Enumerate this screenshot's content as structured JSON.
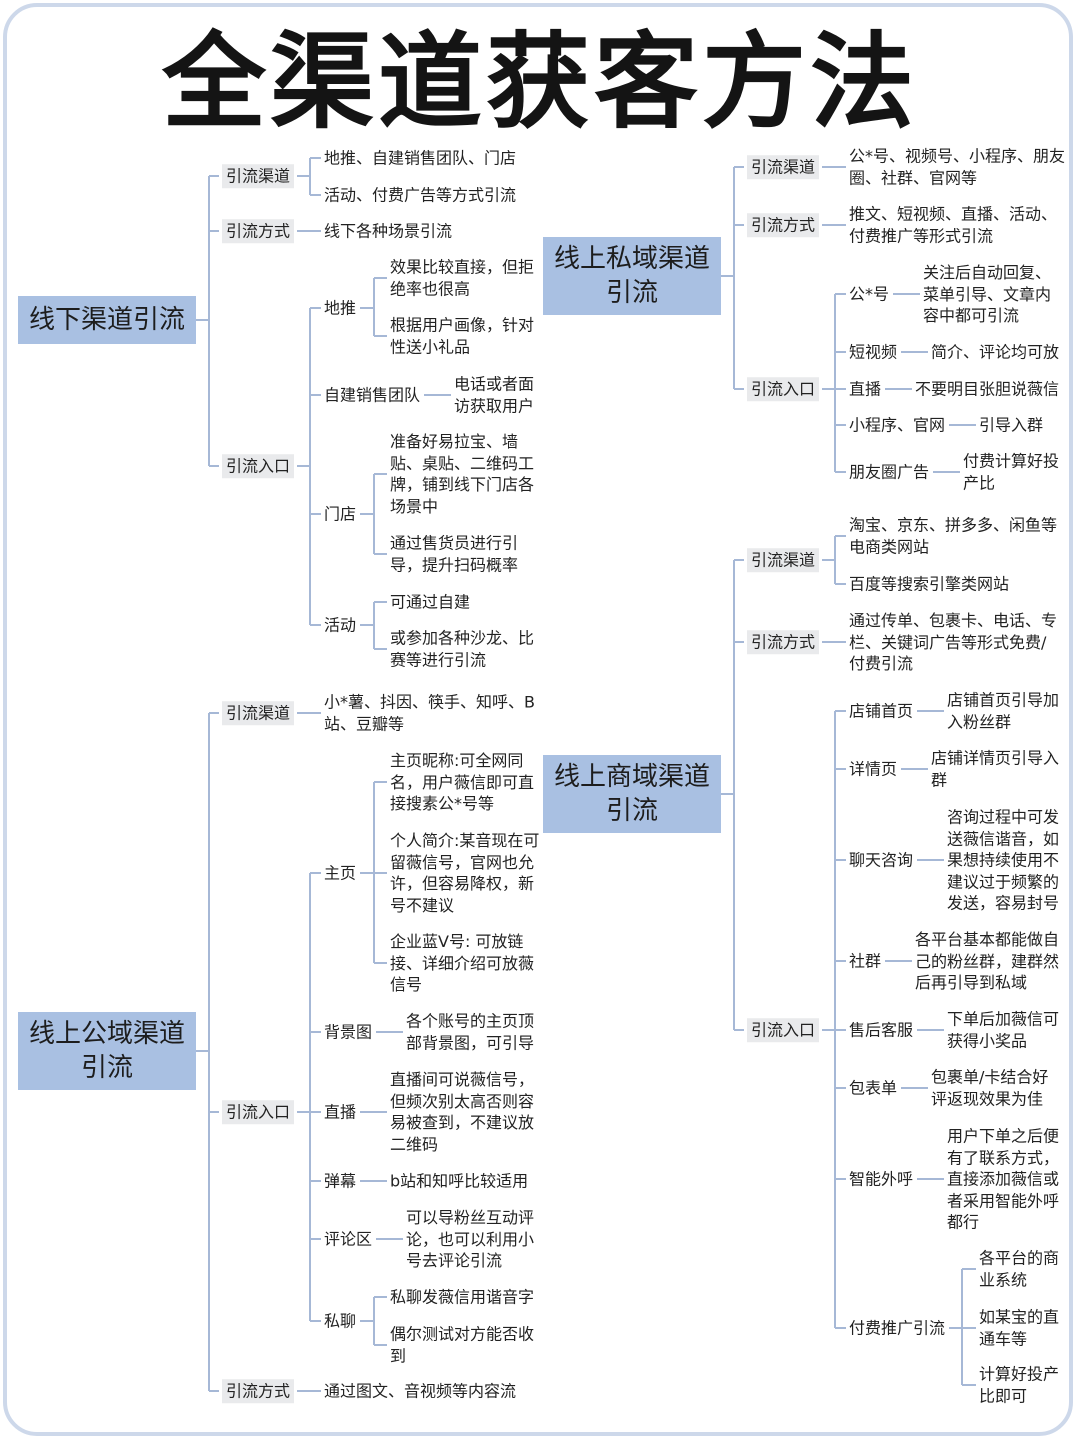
{
  "title": "全渠道获客方法",
  "colors": {
    "root_fill": "#a9c0e2",
    "label_fill": "#e9eaec",
    "line": "#a6b8d6",
    "frame": "#cdd8ea"
  },
  "roots": {
    "offline": [
      "线下渠道引流"
    ],
    "public": [
      "线上公域渠道",
      "引流"
    ],
    "private": [
      "线上私域渠道",
      "引流"
    ],
    "commerce": [
      "线上商域渠道",
      "引流"
    ]
  },
  "offline": {
    "ch": {
      "label": "引流渠道",
      "items": [
        [
          "地推、自建销售团队、门店"
        ],
        [
          "活动、付费广告等方式引流"
        ]
      ]
    },
    "way": {
      "label": "引流方式",
      "text": [
        "线下各种场景引流"
      ]
    },
    "entry": {
      "label": "引流入口",
      "ditui": {
        "label": "地推",
        "items": [
          [
            "效果比较直接，但拒",
            "绝率也很高"
          ],
          [
            "根据用户画像，针对",
            "性送小礼品"
          ]
        ]
      },
      "team": {
        "label": "自建销售团队",
        "text": [
          "电话或者面",
          "访获取用户"
        ]
      },
      "store": {
        "label": "门店",
        "items": [
          [
            "准备好易拉宝、墙",
            "贴、桌贴、二维码工",
            "牌，铺到线下门店各",
            "场景中"
          ],
          [
            "通过售货员进行引",
            "导，提升扫码概率"
          ]
        ]
      },
      "event": {
        "label": "活动",
        "items": [
          [
            "可通过自建"
          ],
          [
            "或参加各种沙龙、比",
            "赛等进行引流"
          ]
        ]
      }
    }
  },
  "public": {
    "ch": {
      "label": "引流渠道",
      "text": [
        "小*薯、抖因、筷手、知呼、B",
        "站、豆瓣等"
      ]
    },
    "entry": {
      "label": "引流入口",
      "home": {
        "label": "主页",
        "items": [
          [
            "主页昵称:可全网同",
            "名，用户薇信即可直",
            "接搜素公*号等"
          ],
          [
            "个人简介:某音现在可",
            "留薇信号，官网也允",
            "许，但容易降权，新",
            "号不建议"
          ],
          [
            "企业蓝V号: 可放链",
            "接、详细介绍可放薇",
            "信号"
          ]
        ]
      },
      "bg": {
        "label": "背景图",
        "text": [
          "各个账号的主页顶",
          "部背景图，可引导"
        ]
      },
      "live": {
        "label": "直播",
        "text": [
          "直播间可说薇信号，",
          "但频次别太高否则容",
          "易被查到，不建议放",
          "二维码"
        ]
      },
      "danmu": {
        "label": "弹幕",
        "text": [
          "b站和知呼比较适用"
        ]
      },
      "comment": {
        "label": "评论区",
        "text": [
          "可以导粉丝互动评",
          "论，也可以利用小",
          "号去评论引流"
        ]
      },
      "dm": {
        "label": "私聊",
        "items": [
          [
            "私聊发薇信用谐音字"
          ],
          [
            "偶尔测试对方能否收",
            "到"
          ]
        ]
      }
    },
    "way": {
      "label": "引流方式",
      "text": [
        "通过图文、音视频等内容流"
      ]
    }
  },
  "private": {
    "ch": {
      "label": "引流渠道",
      "text": [
        "公*号、视频号、小程序、朋友",
        "圈、社群、官网等"
      ]
    },
    "way": {
      "label": "引流方式",
      "text": [
        "推文、短视频、直播、活动、",
        "付费推广等形式引流"
      ]
    },
    "entry": {
      "label": "引流入口",
      "gzh": {
        "label": "公*号",
        "text": [
          "关注后自动回复、",
          "菜单引导、文章内",
          "容中都可引流"
        ]
      },
      "video": {
        "label": "短视频",
        "text": [
          "简介、评论均可放"
        ]
      },
      "live": {
        "label": "直播",
        "text": [
          "不要明目张胆说薇信"
        ]
      },
      "mini": {
        "label": "小程序、官网",
        "text": [
          "引导入群"
        ]
      },
      "moments": {
        "label": "朋友圈广告",
        "text": [
          "付费计算好投",
          "产比"
        ]
      }
    }
  },
  "commerce": {
    "ch": {
      "label": "引流渠道",
      "items": [
        [
          "淘宝、京东、拼多多、闲鱼等",
          "电商类网站"
        ],
        [
          "百度等搜索引擎类网站"
        ]
      ]
    },
    "way": {
      "label": "引流方式",
      "text": [
        "通过传单、包裹卡、电话、专",
        "栏、关键词广告等形式免费/",
        "付费引流"
      ]
    },
    "entry": {
      "label": "引流入口",
      "shop": {
        "label": "店铺首页",
        "text": [
          "店铺首页引导加",
          "入粉丝群"
        ]
      },
      "detail": {
        "label": "详情页",
        "text": [
          "店铺详情页引导入",
          "群"
        ]
      },
      "chat": {
        "label": "聊天咨询",
        "text": [
          "咨询过程中可发",
          "送薇信谐音，如",
          "果想持续使用不",
          "建议过于频繁的",
          "发送，容易封号"
        ]
      },
      "group": {
        "label": "社群",
        "text": [
          "各平台基本都能做自",
          "己的粉丝群，建群然",
          "后再引导到私域"
        ]
      },
      "after": {
        "label": "售后客服",
        "text": [
          "下单后加薇信可",
          "获得小奖品"
        ]
      },
      "card": {
        "label": "包表单",
        "text": [
          "包裹单/卡结合好",
          "评返现效果为佳"
        ]
      },
      "call": {
        "label": "智能外呼",
        "text": [
          "用户下单之后便",
          "有了联系方式，",
          "直接添加薇信或",
          "者采用智能外呼",
          "都行"
        ]
      },
      "paid": {
        "label": "付费推广引流",
        "items": [
          [
            "各平台的商",
            "业系统"
          ],
          [
            "如某宝的直",
            "通车等"
          ],
          [
            "计算好投产",
            "比即可"
          ]
        ]
      }
    }
  }
}
